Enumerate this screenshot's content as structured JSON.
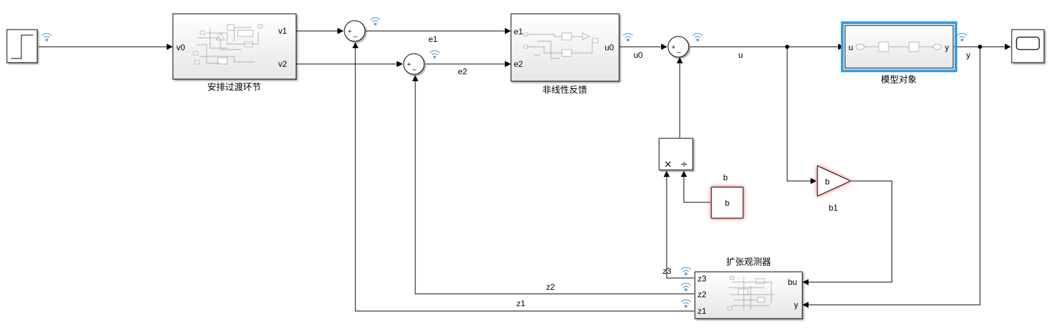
{
  "blocks": {
    "step": {
      "name": "step-block"
    },
    "transition": {
      "label": "安排过渡环节",
      "in_port": "v0",
      "out1": "v1",
      "out2": "v2"
    },
    "nonlinear": {
      "label": "非线性反馈",
      "in1": "e1",
      "in2": "e2",
      "out": "u0"
    },
    "plant": {
      "label": "模型对象",
      "in_port": "u",
      "out_port": "y"
    },
    "eso": {
      "label": "扩张观测器",
      "in1": "bu",
      "in2": "y",
      "out1": "z3",
      "out2": "z2",
      "out3": "z1"
    },
    "gain_b1": {
      "value": "b",
      "label": "b1"
    },
    "const_b": {
      "value": "b",
      "label": "b"
    },
    "divide": {
      "op_mul": "×",
      "op_div": "÷"
    },
    "sum": {
      "plus": "+",
      "minus": "–"
    }
  },
  "signals": {
    "e1": "e1",
    "e2": "e2",
    "u0": "u0",
    "u": "u",
    "y": "y",
    "z1": "z1",
    "z2": "z2",
    "z3": "z3"
  },
  "colors": {
    "selection": "#3a9ee4",
    "highlight": "#ff4d4d",
    "signal_marker": "#6aa3d8"
  }
}
